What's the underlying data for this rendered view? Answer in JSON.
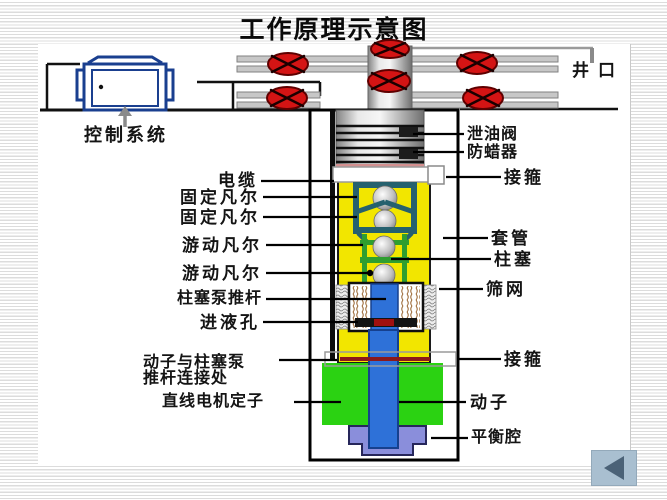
{
  "title": "工作原理示意图",
  "labels": {
    "control_system": "控制系统",
    "wellhead": "井口",
    "cable": "电缆",
    "fixed_valve_1": "固定凡尔",
    "fixed_valve_2": "固定凡尔",
    "traveling_valve_1": "游动凡尔",
    "traveling_valve_2": "游动凡尔",
    "pump_rod": "柱塞泵推杆",
    "inlet_hole": "进液孔",
    "connection_line1": "动子与柱塞泵",
    "connection_line2": "推杆连接处",
    "stator": "直线电机定子",
    "drain_valve": "泄油阀",
    "wax_preventer": "防蜡器",
    "coupling_top": "接箍",
    "casing": "套管",
    "plunger": "柱塞",
    "screen": "筛网",
    "coupling_bottom": "接箍",
    "mover": "动子",
    "balance_chamber": "平衡腔"
  },
  "icons": {
    "back": "left-triangle",
    "valve": "red-circle-x"
  },
  "colors": {
    "valve_red": "#d41414",
    "tubing_yellow": "#f2e600",
    "stator_green": "#2bd212",
    "rod_blue": "#2e71d8",
    "balance_purple": "#8a8edb",
    "cage_teal": "#26616e",
    "cage_green": "#2f9e2f",
    "connection_red": "#8b1a1a",
    "back_button": "#a9bfd0"
  }
}
